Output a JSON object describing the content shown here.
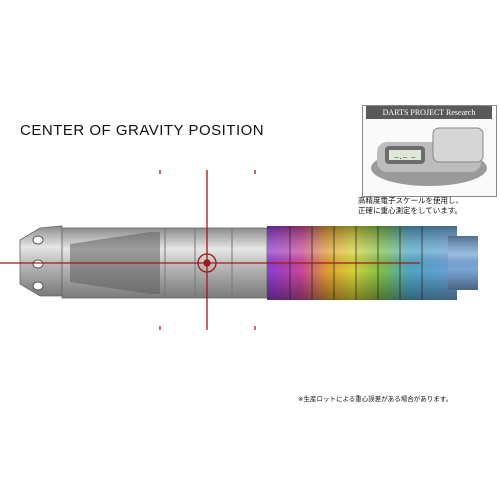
{
  "title": "CENTER OF GRAVITY POSITION",
  "research_box": {
    "label": "DARTS PROJECT Research",
    "scale_display": "—.— —"
  },
  "caption": [
    "高精度電子スケールを使用し、",
    "正確に重心測定をしています。"
  ],
  "footnote": "※生産ロットによる重心誤差がある場合があります。",
  "colors": {
    "crosshair": "#a01818",
    "barrel_silver": "#c4c4c4",
    "rainbow": [
      "#8e3bd6",
      "#c9459b",
      "#e2a02e",
      "#d8d23a",
      "#7fc24a",
      "#4fa7c8",
      "#6ea0d8"
    ]
  }
}
